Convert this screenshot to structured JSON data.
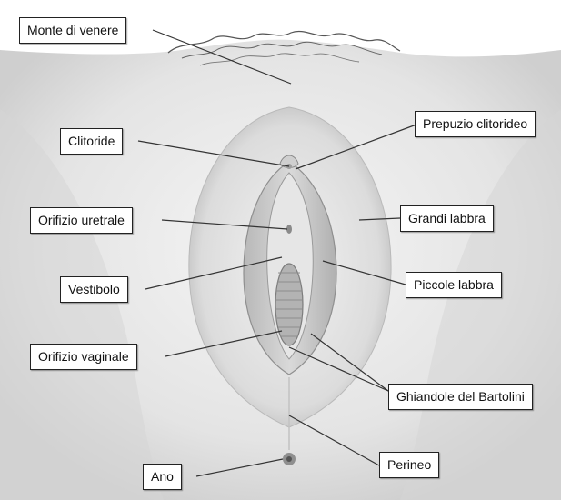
{
  "diagram": {
    "labels": {
      "monte_di_venere": "Monte di venere",
      "clitoride": "Clitoride",
      "prepuzio_clitorideo": "Prepuzio clitorideo",
      "grandi_labbra": "Grandi labbra",
      "orifizio_uretrale": "Orifizio uretrale",
      "vestibolo": "Vestibolo",
      "piccole_labbra": "Piccole labbra",
      "orifizio_vaginale": "Orifizio vaginale",
      "ghiandole_bartolini": "Ghiandole del Bartolini",
      "perineo": "Perineo",
      "ano": "Ano"
    },
    "colors": {
      "background": "#ffffff",
      "skin_light": "#f1f1f1",
      "skin_shadow": "#c9c9c9",
      "leader_line": "#333333",
      "label_border": "#222222"
    }
  }
}
